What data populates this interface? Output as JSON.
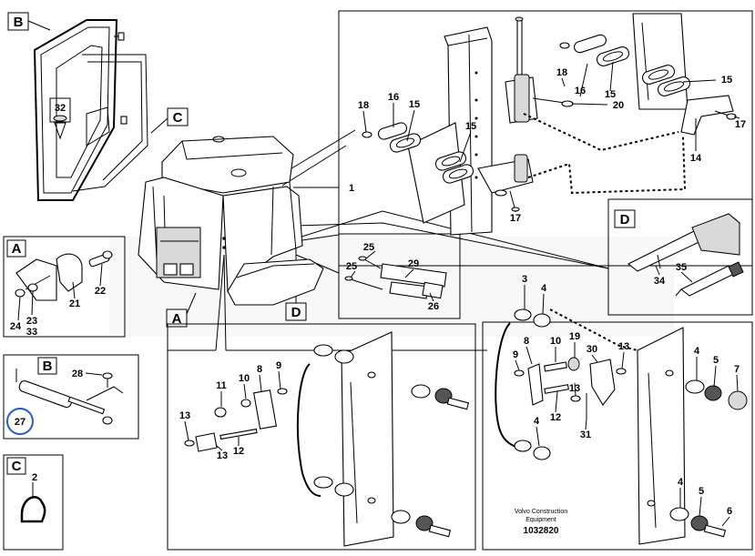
{
  "figure": {
    "panel_labels": {
      "a": "A",
      "b": "B",
      "c": "C",
      "d": "D"
    },
    "callouts": {
      "n1": "1",
      "n2": "2",
      "n3": "3",
      "n4": "4",
      "n5": "5",
      "n6": "6",
      "n7": "7",
      "n8": "8",
      "n9": "9",
      "n10": "10",
      "n11": "11",
      "n12": "12",
      "n13": "13",
      "n14": "14",
      "n15": "15",
      "n16": "16",
      "n17": "17",
      "n18": "18",
      "n19": "19",
      "n20": "20",
      "n21": "21",
      "n22": "22",
      "n23": "23",
      "n24": "24",
      "n25": "25",
      "n26": "26",
      "n27": "27",
      "n28": "28",
      "n29": "29",
      "n30": "30",
      "n31": "31",
      "n32": "32",
      "n33": "33",
      "n34": "34",
      "n35": "35"
    },
    "footer": {
      "maker": "Volvo Construction",
      "category": "Equipment",
      "drawing_number": "1032820"
    },
    "colors": {
      "line": "#000000",
      "highlight_circle": "#1e5bd8",
      "watermark": "#f0f0f0"
    }
  }
}
